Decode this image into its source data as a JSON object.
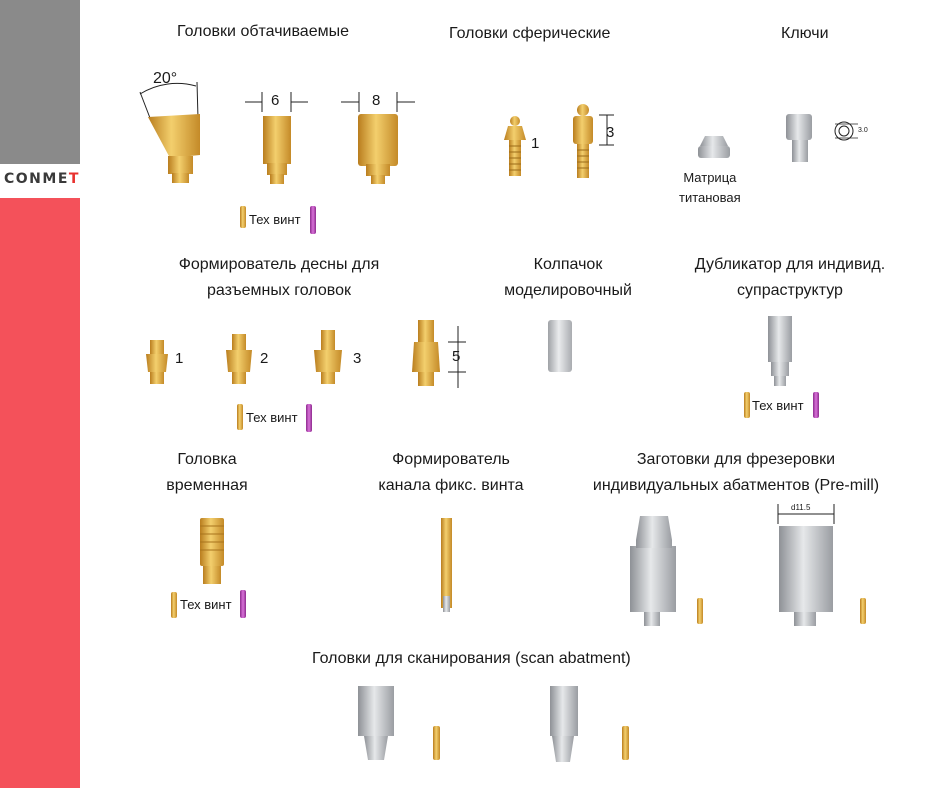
{
  "brand": {
    "name": "CONME",
    "mark": "T"
  },
  "sections": {
    "s1": "Головки обтачиваемые",
    "s2": "Головки сферические",
    "s3": "Ключи",
    "s4_line1": "Формирователь десны для",
    "s4_line2": "разъемных головок",
    "s5_line1": "Колпачок",
    "s5_line2": "моделировочный",
    "s6_line1": "Дубликатор для индивид.",
    "s6_line2": "супраструктур",
    "s7_line1": "Головка",
    "s7_line2": "временная",
    "s8_line1": "Формирователь",
    "s8_line2": "канала фикс. винта",
    "s9_line1": "Заготовки для фрезеровки",
    "s9_line2": "индивидуальных абатментов (Pre-mill)",
    "s10": "Головки для сканирования (scan abatment)"
  },
  "labels": {
    "tech_screw": "Тех винт",
    "matrix_line1": "Матрица",
    "matrix_line2": "титановая"
  },
  "dimensions": {
    "angle": "20°",
    "w6": "6",
    "w8": "8",
    "sph_num": "1",
    "sph_h": "3",
    "key_size": "3.0",
    "gf1": "1",
    "gf2": "2",
    "gf3": "3",
    "gf_h": "5",
    "premill_d": "d11.5"
  },
  "colors": {
    "gold": "#d9a23a",
    "gold_light": "#f2cf6e",
    "silver": "#b9bcc0",
    "pink": "#b04ab0",
    "red_bar": "#f4515a",
    "gray_bar": "#8a8a8a"
  }
}
